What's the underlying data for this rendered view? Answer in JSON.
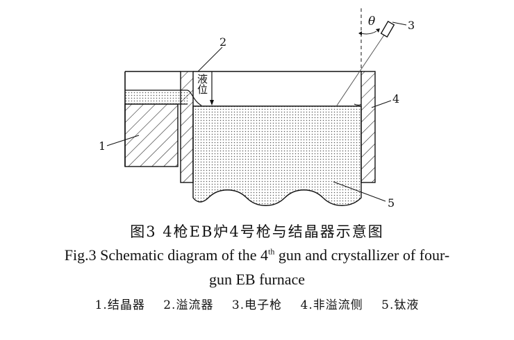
{
  "labels": {
    "crystallizer": "1",
    "overflow": "2",
    "gun": "3",
    "non_overflow_side": "4",
    "melt": "5",
    "theta": "θ",
    "liquid_level": "液位"
  },
  "caption": {
    "cn": "图3  4枪EB炉4号枪与结晶器示意图",
    "en_line1_prefix": "Fig.3  Schematic diagram of the 4",
    "en_line1_sup": "th",
    "en_line1_suffix": " gun and crystallizer of four-",
    "en_line2": "gun EB furnace"
  },
  "legend": [
    "1.结晶器",
    "2.溢流器",
    "3.电子枪",
    "4.非溢流侧",
    "5.钛液"
  ],
  "colors": {
    "line": "#111111",
    "dots": "#555555",
    "background": "#ffffff"
  }
}
